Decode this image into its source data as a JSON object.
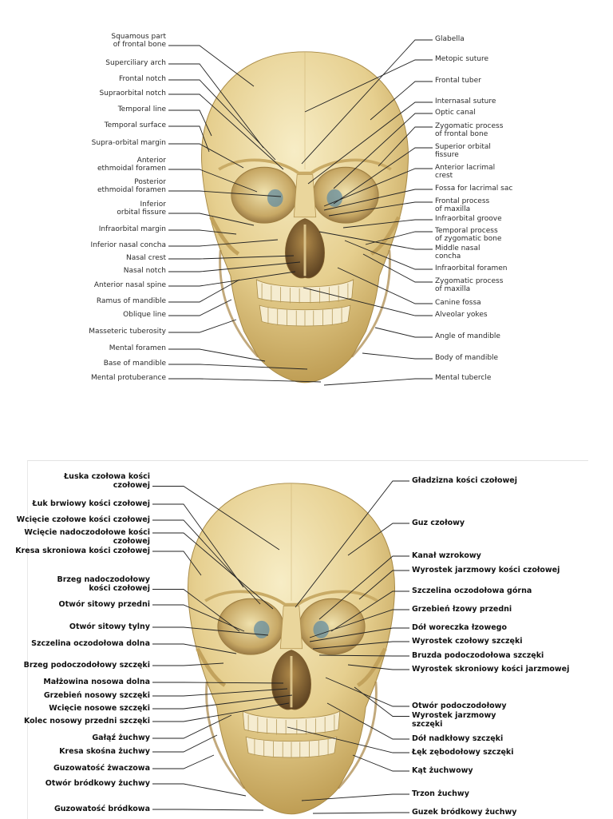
{
  "figure_en": {
    "left_labels": [
      "Squamous part\nof frontal bone",
      "Superciliary arch",
      "Frontal notch",
      "Supraorbital notch",
      "Temporal line",
      "Temporal surface",
      "Supra-orbital margin",
      "Anterior\nethmoidal foramen",
      "Posterior\nethmoidal foramen",
      "Inferior\norbital fissure",
      "Infraorbital margin",
      "Inferior nasal concha",
      "Nasal crest",
      "Nasal notch",
      "Anterior nasal spine",
      "Ramus of mandible",
      "Oblique line",
      "Masseteric tuberosity",
      "Mental foramen",
      "Base of mandible",
      "Mental protuberance"
    ],
    "right_labels": [
      "Glabella",
      "Metopic suture",
      "Frontal tuber",
      "Internasal suture",
      "Optic canal",
      "Zygomatic process\nof frontal bone",
      "Superior orbital\nfissure",
      "Anterior lacrimal\ncrest",
      "Fossa for lacrimal sac",
      "Frontal process\nof maxilla",
      "Infraorbital groove",
      "Temporal process\nof zygomatic bone",
      "Middle nasal\nconcha",
      "Infraorbital foramen",
      "Zygomatic process\nof maxilla",
      "Canine fossa",
      "Alveolar yokes",
      "Angle of mandible",
      "Body of mandible",
      "Mental tubercle"
    ]
  },
  "figure_pl": {
    "left_labels": [
      "Łuska czołowa kości\nczołowej",
      "Łuk brwiowy kości czołowej",
      "Wcięcie czołowe kości czołowej",
      "Wcięcie nadoczodołowe kości czołowej",
      "Kresa skroniowa kości czołowej",
      "Brzeg nadoczodołowy\nkości czołowej",
      "Otwór sitowy przedni",
      "Otwór sitowy tylny",
      "Szczelina oczodołowa dolna",
      "Brzeg podoczodołowy szczęki",
      "Małżowina nosowa dolna",
      "Grzebień nosowy szczęki",
      "Wcięcie nosowe szczęki",
      "Kolec nosowy przedni szczęki",
      "Gałąź żuchwy",
      "Kresa skośna żuchwy",
      "Guzowatość żwaczowa",
      "Otwór bródkowy żuchwy",
      "Guzowatość bródkowa"
    ],
    "right_labels": [
      "Gładzizna kości czołowej",
      "Guz czołowy",
      "Kanał wzrokowy",
      "Wyrostek jarzmowy kości czołowej",
      "Szczelina oczodołowa górna",
      "Grzebień łzowy przedni",
      "Dół woreczka łzowego",
      "Wyrostek czołowy szczęki",
      "Bruzda podoczodołowa szczęki",
      "Wyrostek skroniowy kości jarzmowej",
      "Otwór podoczodołowy",
      "Wyrostek jarzmowy\nszczęki",
      "Dół nadkłowy szczęki",
      "Łęk zębodołowy szczęki",
      "Kąt żuchwowy",
      "Trzon żuchwy",
      "Guzek bródkowy żuchwy"
    ]
  },
  "colors": {
    "bone_light": "#f3e6b4",
    "bone_mid": "#e2c983",
    "bone_dark": "#b8954a",
    "cavity": "#8a6a3a",
    "leader": "#222222"
  }
}
